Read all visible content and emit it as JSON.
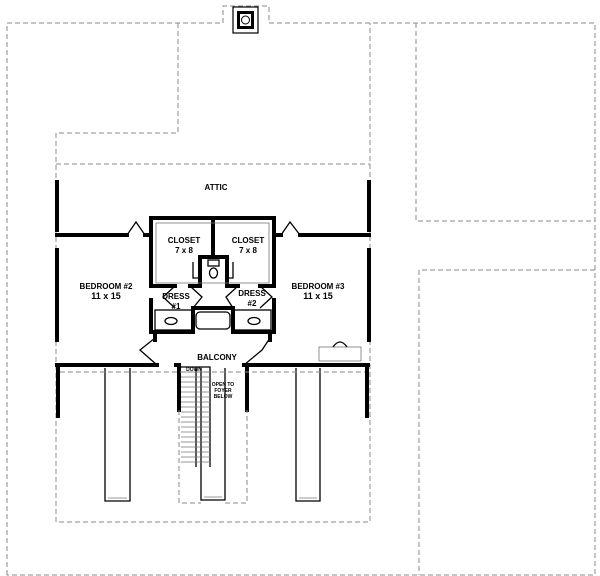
{
  "plan": {
    "attic": "ATTIC",
    "closet_left": {
      "name": "CLOSET",
      "size": "7 x 8"
    },
    "closet_right": {
      "name": "CLOSET",
      "size": "7 x 8"
    },
    "bedroom2": {
      "name": "BEDROOM #2",
      "size": "11 x 15"
    },
    "bedroom3": {
      "name": "BEDROOM #3",
      "size": "11 x 15"
    },
    "dress1": {
      "name": "DRESS",
      "num": "#1"
    },
    "dress2": {
      "name": "DRESS",
      "num": "#2"
    },
    "balcony": "BALCONY",
    "stairs_down": "DOWN",
    "open_to": [
      "OPEN TO",
      "FOYER",
      "BELOW"
    ]
  }
}
